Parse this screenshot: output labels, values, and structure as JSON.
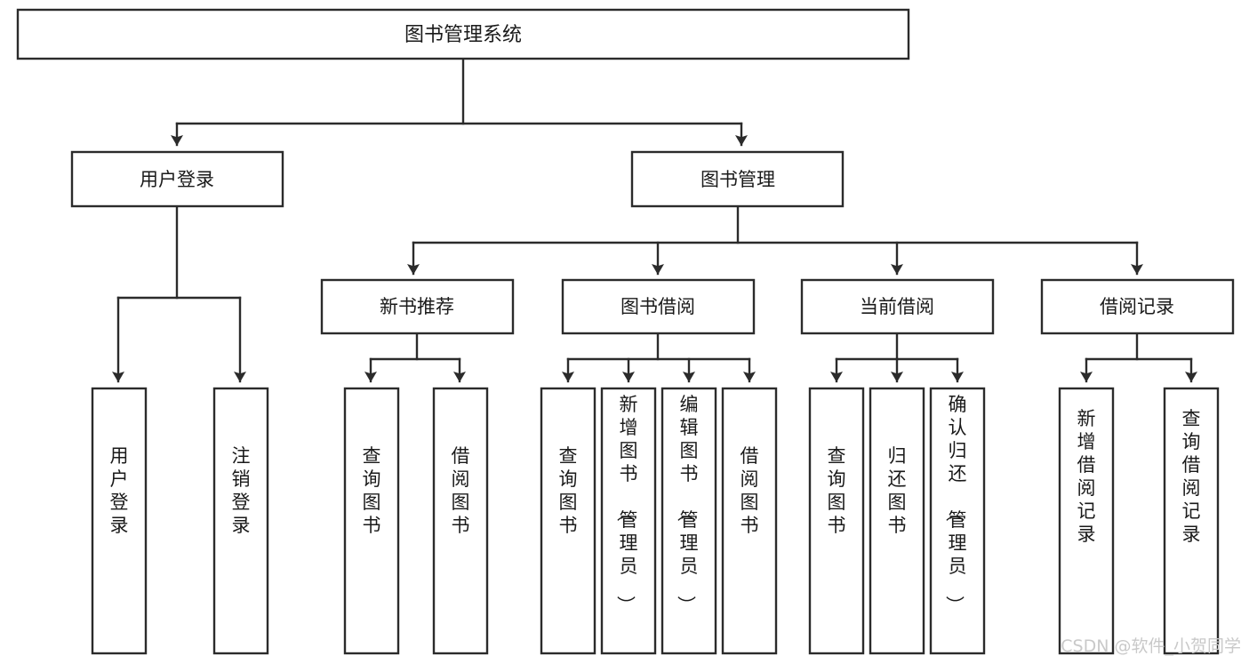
{
  "diagram": {
    "kind": "tree-hierarchy-chart",
    "title": "图书管理系统",
    "background_color": "#ffffff",
    "line_color": "#2b2b2b",
    "text_color": "#1a1a1a",
    "levels": 4
  },
  "root": {
    "label": "图书管理系统"
  },
  "level2": [
    {
      "label": "用户登录"
    },
    {
      "label": "图书管理"
    }
  ],
  "level3": [
    {
      "label": "新书推荐"
    },
    {
      "label": "图书借阅"
    },
    {
      "label": "当前借阅"
    },
    {
      "label": "借阅记录"
    }
  ],
  "leaves": {
    "user_login": [
      {
        "label": "用户登录"
      },
      {
        "label": "注销登录"
      }
    ],
    "new_book_recommend": [
      {
        "label": "查询图书"
      },
      {
        "label": "借阅图书"
      }
    ],
    "book_borrow": [
      {
        "label": "查询图书"
      },
      {
        "label": "新增图书（管理员）"
      },
      {
        "label": "编辑图书（管理员）"
      },
      {
        "label": "借阅图书"
      }
    ],
    "current_borrow": [
      {
        "label": "查询图书"
      },
      {
        "label": "归还图书"
      },
      {
        "label": "确认归还（管理员）"
      }
    ],
    "borrow_record": [
      {
        "label": "新增借阅记录"
      },
      {
        "label": "查询借阅记录"
      }
    ]
  },
  "watermark": {
    "text": "CSDN @软件_小贺同学",
    "color": "#c9c9c9"
  }
}
